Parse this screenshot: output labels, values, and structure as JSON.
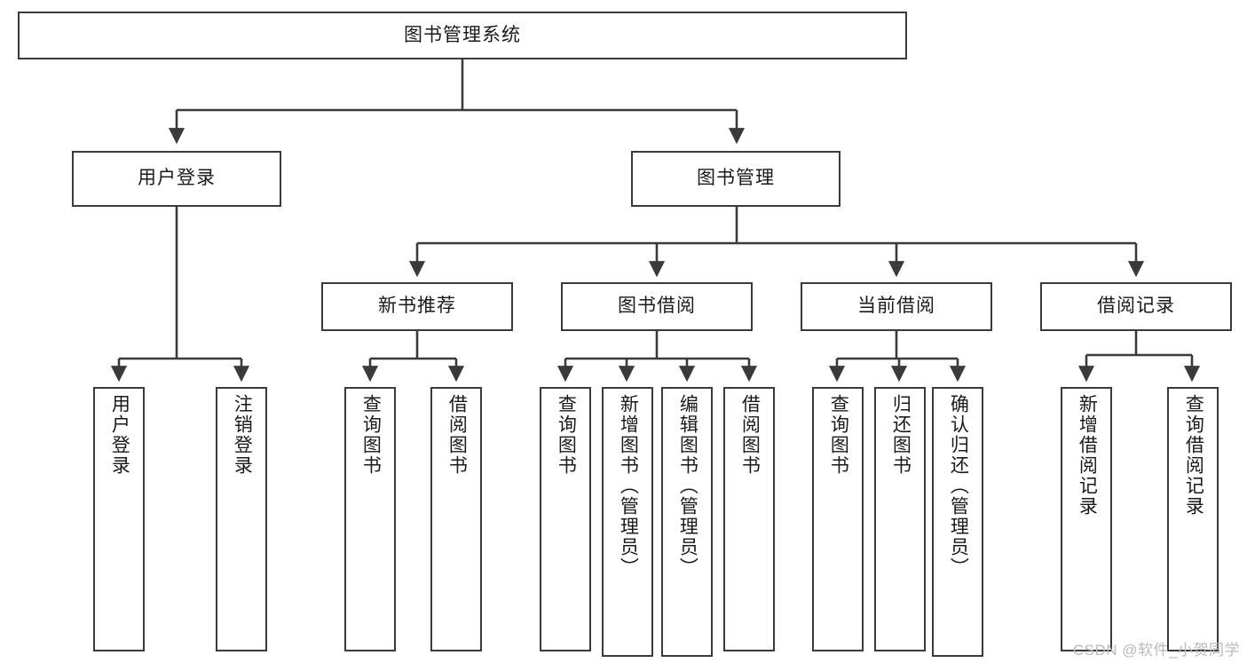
{
  "diagram": {
    "title": "图书管理系统",
    "type": "tree-hierarchy-diagram",
    "watermark": "CSDN @软件_小贺同学",
    "colors": {
      "box_border": "#3a3a3a",
      "box_fill": "#ffffff",
      "connector": "#3a3a3a",
      "text": "#1a1a1a",
      "watermark": "#b9b9b9"
    },
    "nodes": {
      "root": {
        "label": "图书管理系统"
      },
      "level2": [
        {
          "label": "用户登录"
        },
        {
          "label": "图书管理"
        }
      ],
      "level3": [
        {
          "label": "新书推荐"
        },
        {
          "label": "图书借阅"
        },
        {
          "label": "当前借阅"
        },
        {
          "label": "借阅记录"
        }
      ],
      "leaves_user_login": [
        {
          "label": "用户登录"
        },
        {
          "label": "注销登录"
        }
      ],
      "leaves_new_book": [
        {
          "label": "查询图书"
        },
        {
          "label": "借阅图书"
        }
      ],
      "leaves_book_borrow": [
        {
          "label": "查询图书"
        },
        {
          "label": "新增图书（管理员）"
        },
        {
          "label": "编辑图书（管理员）"
        },
        {
          "label": "借阅图书"
        }
      ],
      "leaves_current_borrow": [
        {
          "label": "查询图书"
        },
        {
          "label": "归还图书"
        },
        {
          "label": "确认归还（管理员）"
        }
      ],
      "leaves_borrow_record": [
        {
          "label": "新增借阅记录"
        },
        {
          "label": "查询借阅记录"
        }
      ]
    }
  }
}
